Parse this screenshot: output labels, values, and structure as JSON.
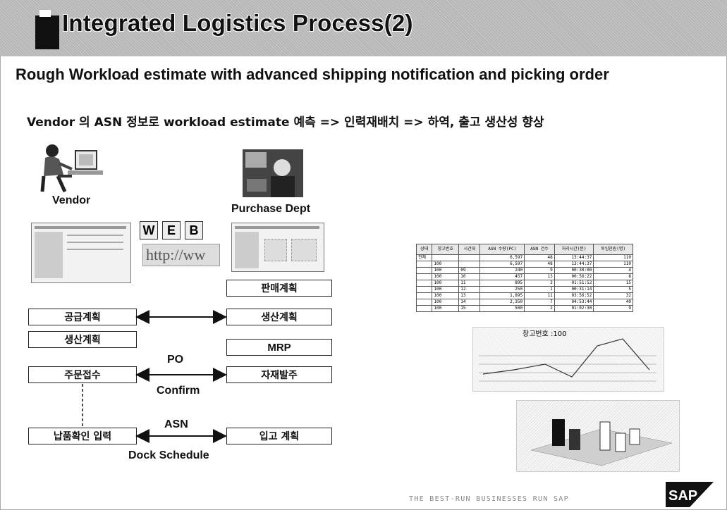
{
  "title": "Integrated Logistics Process(2)",
  "subtitle": "Rough Workload estimate with advanced shipping notification and picking order",
  "summary": "Vendor 의 ASN 정보로 workload estimate 예측 =>  인력재배치 =>  하역, 출고 생산성 향상",
  "vendor_label": "Vendor",
  "purchase_label": "Purchase Dept",
  "web_letters": [
    "W",
    "E",
    "B"
  ],
  "http_text": "http://ww",
  "left_boxes": [
    "공급계획",
    "생산계획",
    "주문접수",
    "납품확인 입력"
  ],
  "right_boxes": [
    "판매계획",
    "생산계획",
    "MRP",
    "자재발주",
    "입고 계획"
  ],
  "flow_labels": {
    "po": "PO",
    "confirm": "Confirm",
    "asn": "ASN",
    "dock": "Dock Schedule"
  },
  "table": {
    "headers": [
      "상태",
      "창고번호",
      "시간대",
      "ASN 수량(PC)",
      "ASN 건수",
      "처리시간(분)",
      "투입인원(명)"
    ],
    "rows": [
      [
        "전체",
        "",
        "",
        "6,597",
        "48",
        "13:44:37",
        "110"
      ],
      [
        "",
        "100",
        "",
        "6,597",
        "48",
        "13:44:37",
        "110"
      ],
      [
        "",
        "100",
        "09",
        "240",
        "9",
        "00:30:00",
        "4"
      ],
      [
        "",
        "100",
        "10",
        "457",
        "13",
        "00:56:22",
        "8"
      ],
      [
        "",
        "100",
        "11",
        "895",
        "3",
        "01:51:52",
        "15"
      ],
      [
        "",
        "100",
        "12",
        "250",
        "1",
        "00:31:14",
        "5"
      ],
      [
        "",
        "100",
        "13",
        "1,895",
        "11",
        "03:56:52",
        "32"
      ],
      [
        "",
        "100",
        "14",
        "2,350",
        "7",
        "04:53:44",
        "40"
      ],
      [
        "",
        "100",
        "15",
        "500",
        "2",
        "01:02:30",
        "9"
      ]
    ]
  },
  "line_chart": {
    "title": "창고번호 :100"
  },
  "tagline": "THE BEST-RUN BUSINESSES RUN SAP",
  "logo_text": "SAP",
  "colors": {
    "header_bg": "#bcbcbc",
    "text": "#111111"
  }
}
